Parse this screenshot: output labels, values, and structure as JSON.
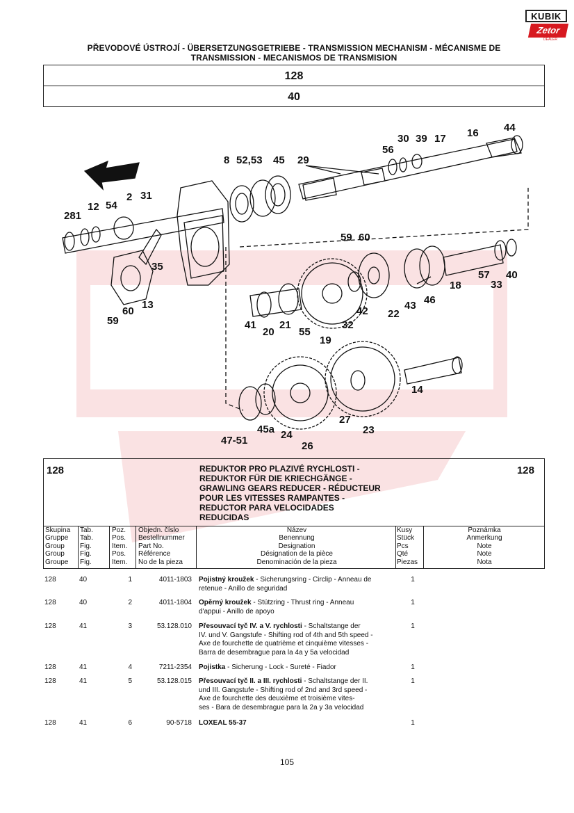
{
  "logo": {
    "top": "KUBIK",
    "bottom": "Zetor",
    "sub": "DEALER"
  },
  "header": {
    "title": "PŘEVODOVÉ ÚSTROJÍ - ÜBERSETZUNGSGETRIEBE - TRANSMISSION MECHANISM - MÉCANISME DE TRANSMISSION - MECANISMOS DE TRANSMISION",
    "group": "128",
    "table": "40"
  },
  "diagram": {
    "labels": [
      "44",
      "16",
      "30",
      "39",
      "17",
      "56",
      "8",
      "52,53",
      "45",
      "29",
      "2",
      "31",
      "54",
      "12",
      "281",
      "59",
      "60",
      "35",
      "60",
      "13",
      "59",
      "18",
      "57",
      "33",
      "40",
      "41",
      "20",
      "21",
      "55",
      "19",
      "32",
      "42",
      "22",
      "43",
      "46",
      "14",
      "47-51",
      "45a",
      "24",
      "26",
      "27",
      "23"
    ]
  },
  "description": {
    "group_left": "128",
    "group_right": "128",
    "lines": [
      "REDUKTOR PRO PLAZIVÉ RYCHLOSTI -",
      "REDUKTOR FÜR DIE KRIECHGÄNGE -",
      "GRAWLING GEARS REDUCER - RÉDUCTEUR",
      "POUR LES VITESSES RAMPANTES -",
      "REDUCTOR PARA VELOCIDADES",
      "REDUCIDAS"
    ]
  },
  "columns": {
    "skupina": [
      "Skupina",
      "Gruppe",
      "Group",
      "Group",
      "Groupe"
    ],
    "tab": [
      "Tab.",
      "Tab.",
      "Fig.",
      "Fig.",
      "Fig."
    ],
    "poz": [
      "Poz.",
      "Pos.",
      "Item.",
      "Pos.",
      "Item."
    ],
    "cislo": [
      "Objedn. číslo",
      "Bestellnummer",
      "Part No.",
      "Référence",
      "No de la pieza"
    ],
    "nazev": [
      "Název",
      "Benennung",
      "Designation",
      "Désignation de la pièce",
      "Denominación de la pieza"
    ],
    "kusy": [
      "Kusy",
      "Stück",
      "Pcs",
      "Qté",
      "Piezas"
    ],
    "poznamka": [
      "Poznámka",
      "Anmerkung",
      "Note",
      "Note",
      "Nota"
    ]
  },
  "rows": [
    {
      "g": "128",
      "t": "40",
      "p": "1",
      "n": "4011-1803",
      "bold": "Pojistný kroužek",
      "lines": [
        " - Sicherungsring - Circlip - Anneau de",
        "retenue - Anillo de seguridad"
      ],
      "q": "1"
    },
    {
      "g": "128",
      "t": "40",
      "p": "2",
      "n": "4011-1804",
      "bold": "Opěrný kroužek",
      "lines": [
        " - Stützring - Thrust ring - Anneau",
        "d'appui - Anillo de apoyo"
      ],
      "q": "1"
    },
    {
      "g": "128",
      "t": "41",
      "p": "3",
      "n": "53.128.010",
      "bold": "Přesouvací tyč IV. a V. rychlosti",
      "lines": [
        " - Schaltstange der",
        "IV. und V. Gangstufe - Shifting rod of 4th and 5th speed -",
        "Axe de fourchette de quatrième et cinquième vitesses -",
        "Barra de desembrague para la 4a y 5a velocidad"
      ],
      "q": "1"
    },
    {
      "g": "128",
      "t": "41",
      "p": "4",
      "n": "7211-2354",
      "bold": "Pojistka",
      "lines": [
        " - Sicherung - Lock - Sureté - Fiador"
      ],
      "q": "1"
    },
    {
      "g": "128",
      "t": "41",
      "p": "5",
      "n": "53.128.015",
      "bold": "Přesouvací tyč II. a III. rychlosti",
      "lines": [
        " - Schaltstange der II.",
        "und III. Gangstufe - Shifting rod of 2nd and 3rd speed -",
        "Axe de fourchette des deuxième et troisième vites-",
        "ses - Bara de desembrague para la 2a y 3a velocidad"
      ],
      "q": "1"
    },
    {
      "g": "128",
      "t": "41",
      "p": "6",
      "n": "90-5718",
      "bold": "LOXEAL 55-37",
      "lines": [],
      "q": "1"
    }
  ],
  "footer": {
    "page": "105"
  }
}
